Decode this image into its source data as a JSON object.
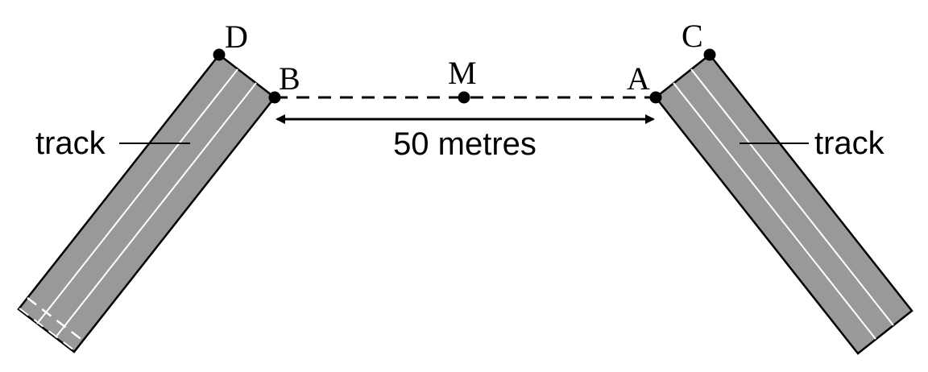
{
  "labels": {
    "point_d": "D",
    "point_b": "B",
    "point_m": "M",
    "point_a": "A",
    "point_c": "C",
    "distance": "50 metres",
    "track_left": "track",
    "track_right": "track"
  },
  "colors": {
    "track_fill": "#999999",
    "track_lane_lines": "#ffffff",
    "ink": "#000000",
    "background": "#ffffff"
  }
}
